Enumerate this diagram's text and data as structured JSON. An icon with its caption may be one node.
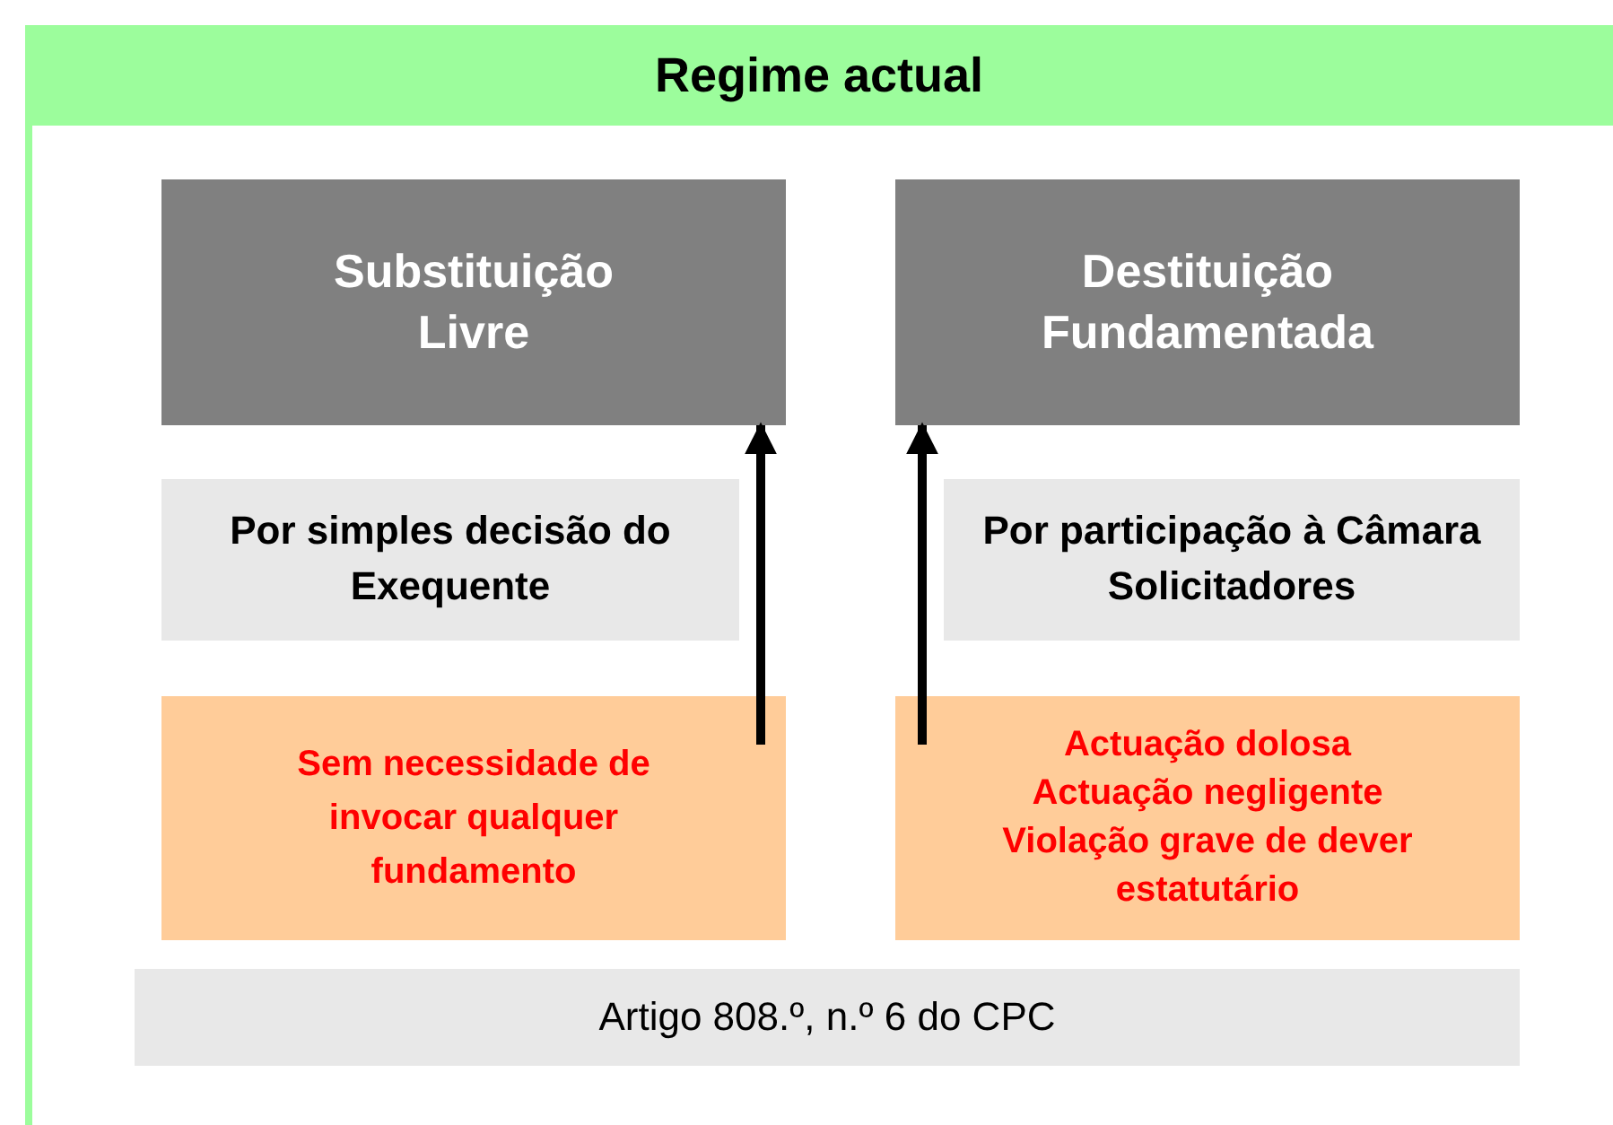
{
  "diagram": {
    "title": "Regime actual",
    "nodes": [
      {
        "text": [
          "Substituição Livre"
        ]
      },
      {
        "text": [
          "Destituição Fundamentada"
        ]
      },
      {
        "text": [
          "Por simples decisão do Exequente"
        ]
      },
      {
        "text": [
          "Por participação à Câmara Solicitadores"
        ]
      },
      {
        "text": [
          "Sem necessidade de invocar qualquer fundamento"
        ]
      },
      {
        "text": [
          "Actuação dolosa",
          "Actuação negligente",
          "Violação grave de dever estatutário"
        ]
      },
      {
        "text": [
          "Artigo 808.º, n.º 6 do CPC"
        ]
      }
    ],
    "edges": [
      {
        "from": 4,
        "to": 0,
        "arrow": "to"
      },
      {
        "from": 5,
        "to": 1,
        "arrow": "to"
      }
    ]
  }
}
